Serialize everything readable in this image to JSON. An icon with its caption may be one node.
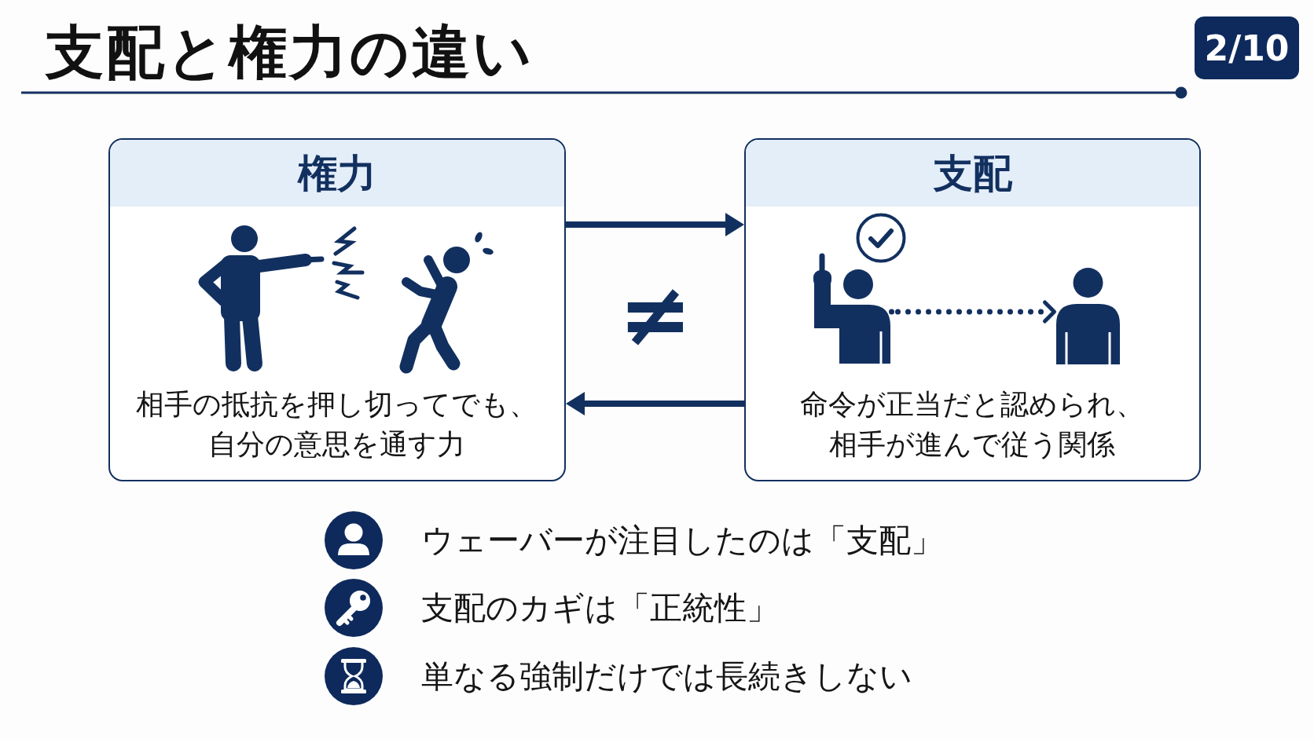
{
  "diagram": {
    "title": "支配と権力の違い",
    "nodes": [
      {
        "text": [
          "権力",
          "相手の抵抗を押し切ってでも、自分の意思を通す力"
        ]
      },
      {
        "text": [
          "支配",
          "命令が正当だと認められ、相手が進んで従う関係"
        ]
      },
      {
        "text": [],
        "shape": "person",
        "in": 1
      },
      {
        "text": [],
        "shape": "person",
        "in": 1
      }
    ],
    "edges": [
      {
        "from": 0,
        "to": 1,
        "arrow": "to"
      },
      {
        "from": 1,
        "to": 0,
        "arrow": "to"
      },
      {
        "from": 2,
        "to": 3,
        "arrow": "to",
        "style": "dashed"
      }
    ],
    "labels": [
      "2/10",
      "≠",
      "ウェーバーが注目したのは「支配」",
      "支配のカギは「正統性」",
      "単なる強制だけでは長続きしない"
    ]
  }
}
